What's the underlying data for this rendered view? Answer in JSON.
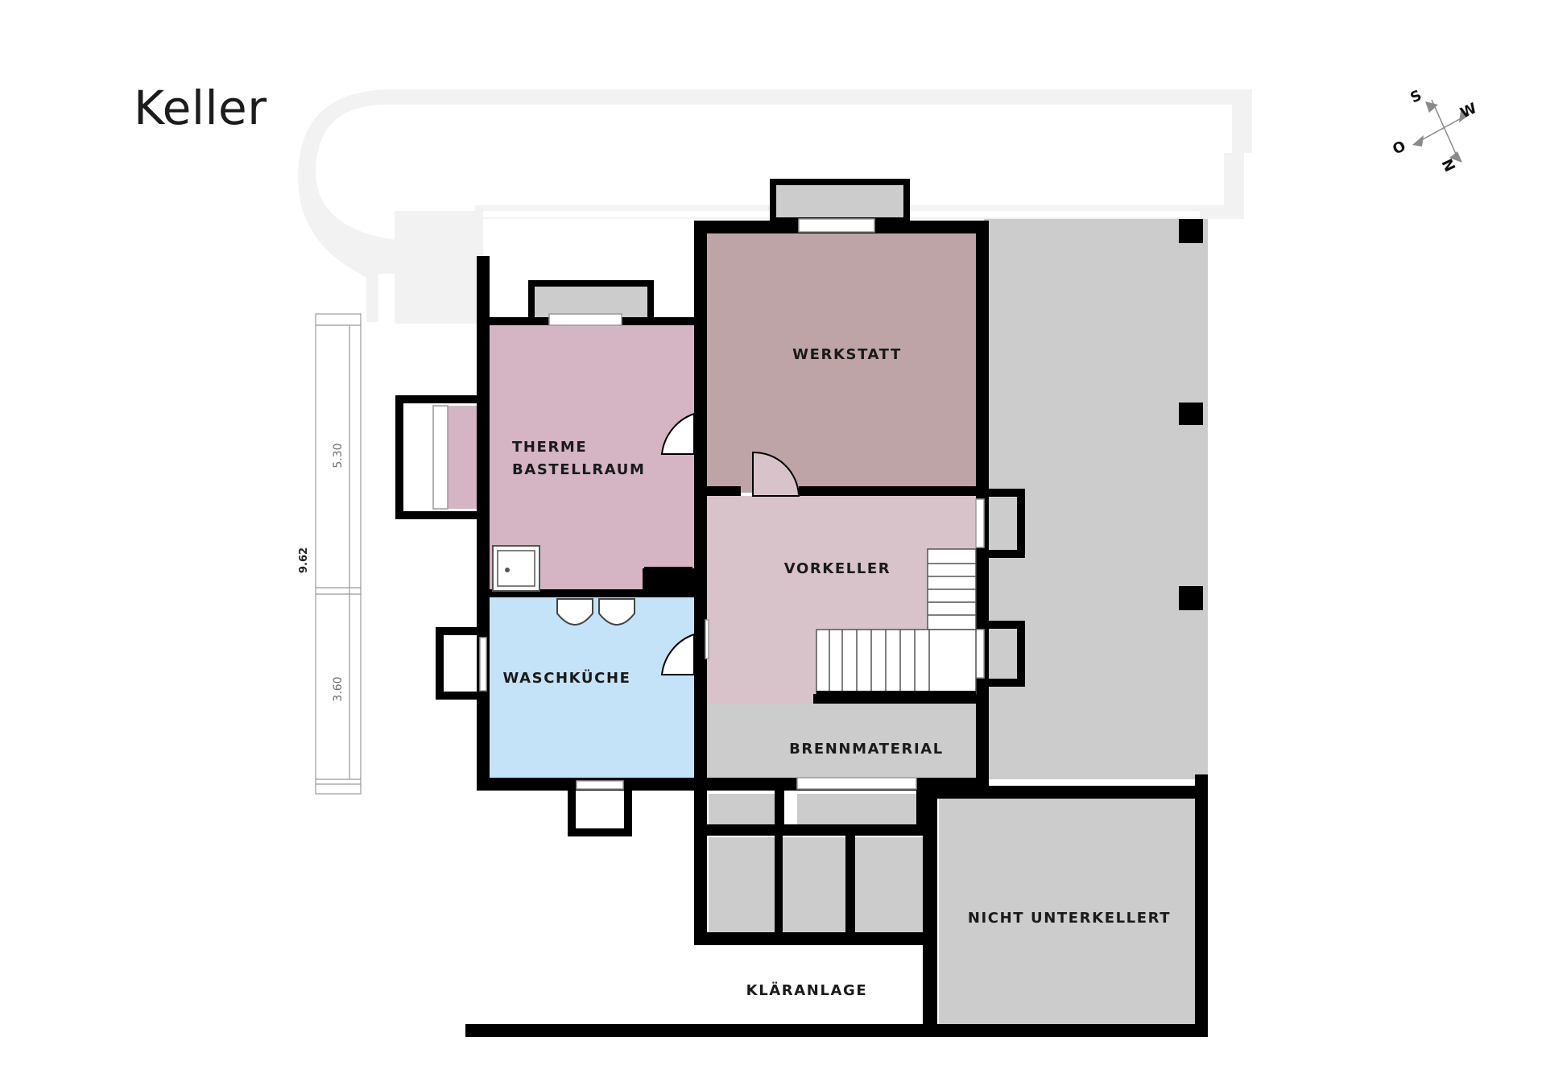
{
  "title": "Keller",
  "rooms": {
    "therme_line1": "THERME",
    "therme_line2": "BASTELLRAUM",
    "werkstatt": "WERKSTATT",
    "vorkeller": "VORKELLER",
    "waschkueche": "WASCHKÜCHE",
    "brennmaterial": "BRENNMATERIAL",
    "nicht_unterkellert": "NICHT UNTERKELLERT",
    "klaeranlage": "KLÄRANLAGE"
  },
  "dimensions": {
    "total": "9.62",
    "upper": "5.30",
    "lower": "3.60"
  },
  "compass": {
    "north": "N",
    "south": "S",
    "east": "O",
    "west": "W"
  },
  "colors": {
    "therme": "#d5b4c3",
    "werkstatt": "#bfa4a7",
    "vorkeller": "#d9c3cb",
    "waschkueche": "#c5e3f8",
    "storage": "#cccccc",
    "terrace": "#f2f2f2",
    "wall": "#000000"
  }
}
